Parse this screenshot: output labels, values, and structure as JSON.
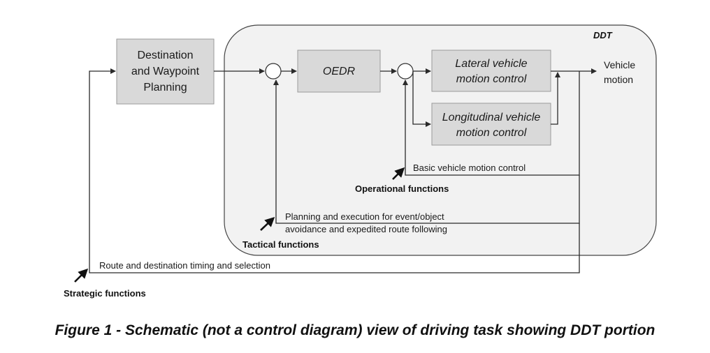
{
  "ddt_label": "DDT",
  "blocks": {
    "destination": [
      "Destination",
      "and Waypoint",
      "Planning"
    ],
    "oedr": "OEDR",
    "lateral": [
      "Lateral vehicle",
      "motion control"
    ],
    "longitudinal": [
      "Longitudinal vehicle",
      "motion control"
    ]
  },
  "output": [
    "Vehicle",
    "motion"
  ],
  "feedback": {
    "operational_path": "Basic vehicle motion control",
    "tactical_path": [
      "Planning and execution for event/object",
      "avoidance and expedited route following"
    ],
    "strategic_path": "Route and destination timing and selection"
  },
  "function_labels": {
    "operational": "Operational  functions",
    "tactical": "Tactical functions",
    "strategic": "Strategic functions"
  },
  "caption": "Figure 1 - Schematic (not a control diagram) view of driving task showing DDT portion",
  "colors": {
    "block_fill": "#d9d9d9",
    "ddt_fill": "#f2f2f2",
    "line": "#2a2a2a"
  }
}
